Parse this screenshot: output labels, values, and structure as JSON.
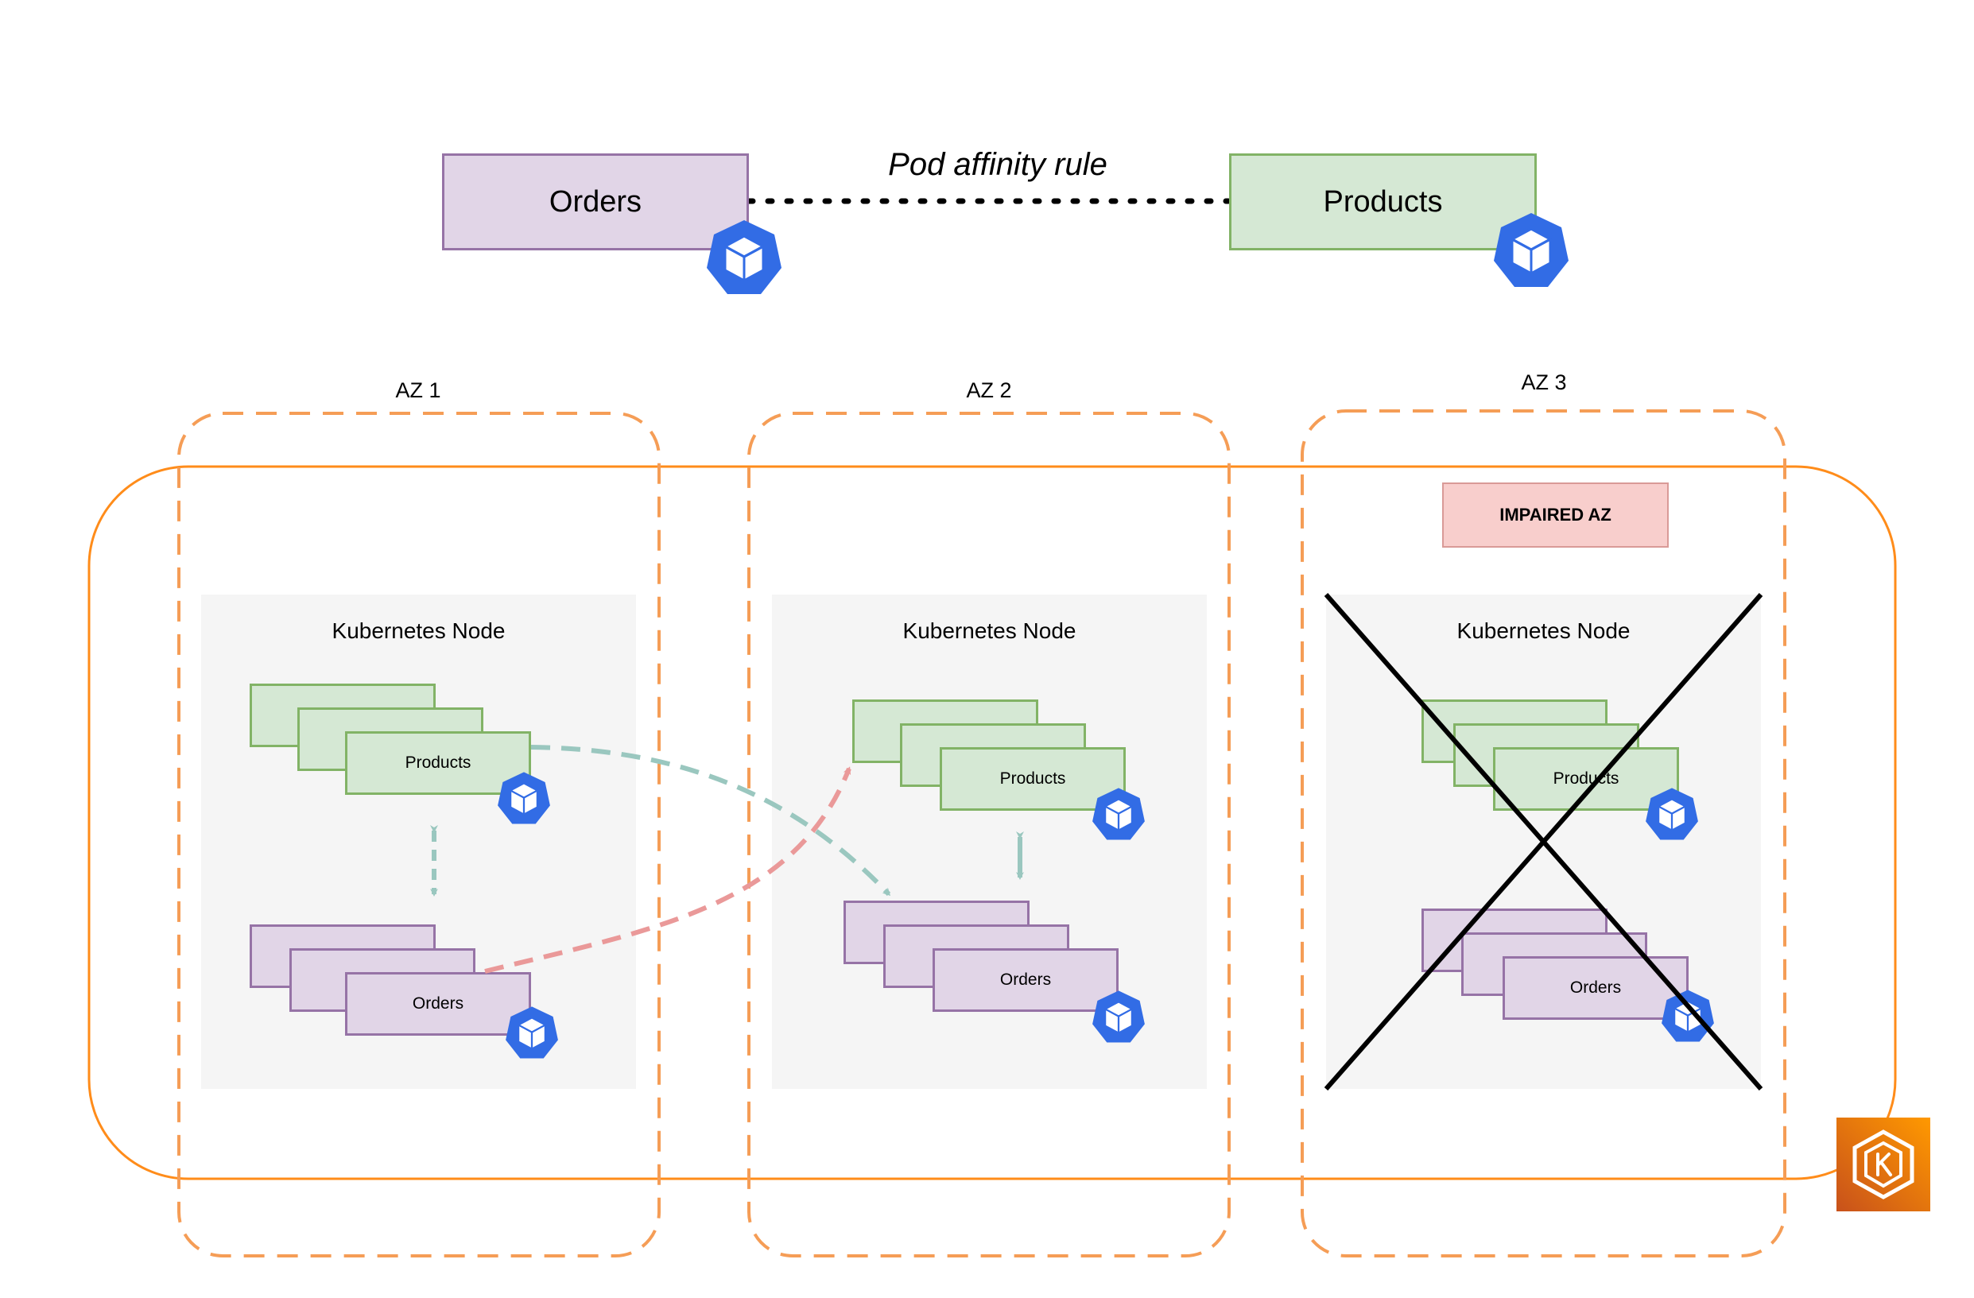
{
  "header": {
    "orders_label": "Orders",
    "products_label": "Products",
    "rule_label": "Pod affinity rule"
  },
  "zones": [
    {
      "label": "AZ 1",
      "node_title": "Kubernetes Node",
      "products_label": "Products",
      "orders_label": "Orders"
    },
    {
      "label": "AZ 2",
      "node_title": "Kubernetes Node",
      "products_label": "Products",
      "orders_label": "Orders"
    },
    {
      "label": "AZ 3",
      "node_title": "Kubernetes Node",
      "products_label": "Products",
      "orders_label": "Orders",
      "status": "IMPAIRED AZ"
    }
  ],
  "icons": {
    "pod": "kubernetes-pod-icon",
    "cluster": "amazon-eks-icon"
  },
  "colors": {
    "orders_fill": "#e1d5e7",
    "orders_stroke": "#9673a6",
    "products_fill": "#d5e8d4",
    "products_stroke": "#82b366",
    "cluster_border": "#ff8c1a",
    "az_border": "#f59d56",
    "node_bg": "#f5f5f5",
    "k8s_blue": "#326ce5",
    "impaired_fill": "#f8cecc",
    "affinity_arrow": "#9ac7bf",
    "cross_az_arrow": "#ea9999",
    "eks_orange": "#e8741a"
  }
}
